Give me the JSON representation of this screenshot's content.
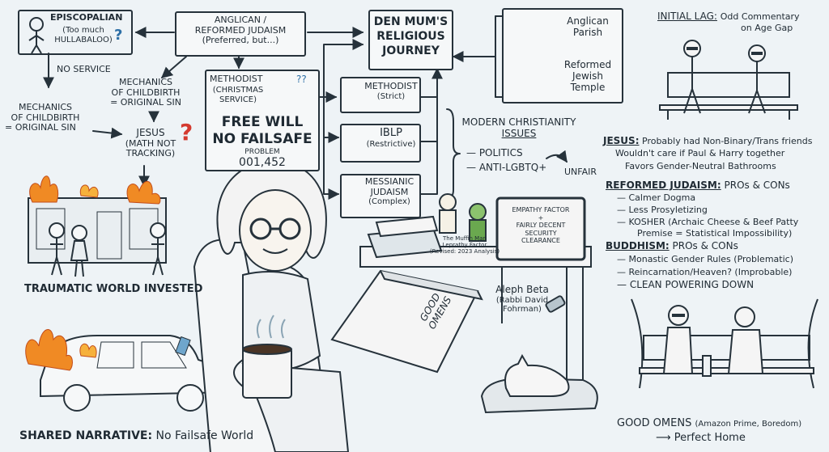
{
  "title": "DEN MUM'S RELIGIOUS JOURNEY",
  "title_lines": [
    "DEN MUM'S",
    "RELIGIOUS",
    "JOURNEY"
  ],
  "parish_box": {
    "anglican": [
      "Anglican",
      "Parish"
    ],
    "reformed": [
      "Reformed",
      "Jewish",
      "Temple"
    ]
  },
  "episcopalian": {
    "title": "EPISCOPALIAN",
    "sub": [
      "(Too much",
      "HULLABALOO)"
    ],
    "q": "?"
  },
  "anglican_box": {
    "title": [
      "ANGLICAN /",
      "REFORMED JUDAISM"
    ],
    "sub": "(Preferred, but...)"
  },
  "no_service": "NO SERVICE",
  "mechanics_right": [
    "MECHANICS",
    "OF CHILDBIRTH",
    "= ORIGINAL SIN"
  ],
  "mechanics_left": [
    "MECHANICS",
    "OF CHILDBIRTH",
    "= ORIGINAL SIN"
  ],
  "jesus_math": {
    "title": "JESUS",
    "sub": [
      "(MATH NOT",
      "TRACKING)"
    ],
    "q": "?"
  },
  "methodist_box": {
    "title": "METHODIST",
    "sub": [
      "(CHRISTMAS",
      "SERVICE)"
    ],
    "q": "??",
    "free_will": "FREE WILL",
    "no_failsafe": "NO FAILSAFE",
    "problem": "PROBLEM",
    "number": "001,452"
  },
  "methodist_strict": {
    "title": "METHODIST",
    "sub": "(Strict)"
  },
  "iblp": {
    "title": "IBLP",
    "sub": "(Restrictive)"
  },
  "messianic": {
    "title": [
      "MESSIANIC",
      "JUDAISM"
    ],
    "sub": "(Complex)"
  },
  "modern_issues": {
    "title": [
      "MODERN CHRISTIANITY",
      "ISSUES"
    ],
    "items": [
      "— POLITICS",
      "— ANTI-LGBTQ+"
    ],
    "unfair": "UNFAIR"
  },
  "muffin_man": [
    "The Muffin Man",
    "Leprathy Factor",
    "(Revised: 2023 Analysis)"
  ],
  "empathy_card": [
    "EMPATHY FACTOR",
    "+",
    "FAIRLY DECENT",
    "SECURITY",
    "CLEARANCE"
  ],
  "aleph_beta": {
    "title": "Aleph Beta",
    "sub": [
      "(Rabbi David",
      "Fohrman)"
    ]
  },
  "book_title": [
    "GOOD",
    "OMENS"
  ],
  "traumatic": "TRAUMATIC WORLD INVESTED",
  "shared_narrative": {
    "label": "SHARED NARRATIVE:",
    "text": "No Failsafe World"
  },
  "initial_lag": {
    "label": "INITIAL LAG:",
    "text": [
      "Odd Commentary",
      "on Age Gap"
    ]
  },
  "jesus_notes": {
    "label": "JESUS:",
    "lines": [
      "Probably had Non-Binary/Trans friends",
      "Wouldn't care if Paul & Harry together",
      "Favors Gender-Neutral Bathrooms"
    ]
  },
  "reformed_judaism": {
    "label": "REFORMED JUDAISM:",
    "suffix": "PROs & CONs",
    "items": [
      "— Calmer Dogma",
      "— Less Prosyletizing",
      "— KOSHER (Archaic Cheese & Beef Patty",
      "Premise = Statistical Impossibility)"
    ]
  },
  "buddhism": {
    "label": "BUDDHISM:",
    "suffix": "PROs & CONs",
    "items": [
      "— Monastic Gender Rules (Problematic)",
      "— Reincarnation/Heaven? (Improbable)",
      "— CLEAN POWERING DOWN"
    ]
  },
  "good_omens": {
    "label": "GOOD OMENS",
    "sub": "(Amazon Prime, Boredom)",
    "result": "⟶ Perfect Home"
  },
  "colors": {
    "background": "#eef3f6",
    "ink": "#1f2a33",
    "fire": "#f08a24",
    "question": "#d43a2f",
    "blue": "#2d6fa6",
    "tree": "#3f9a3a"
  }
}
